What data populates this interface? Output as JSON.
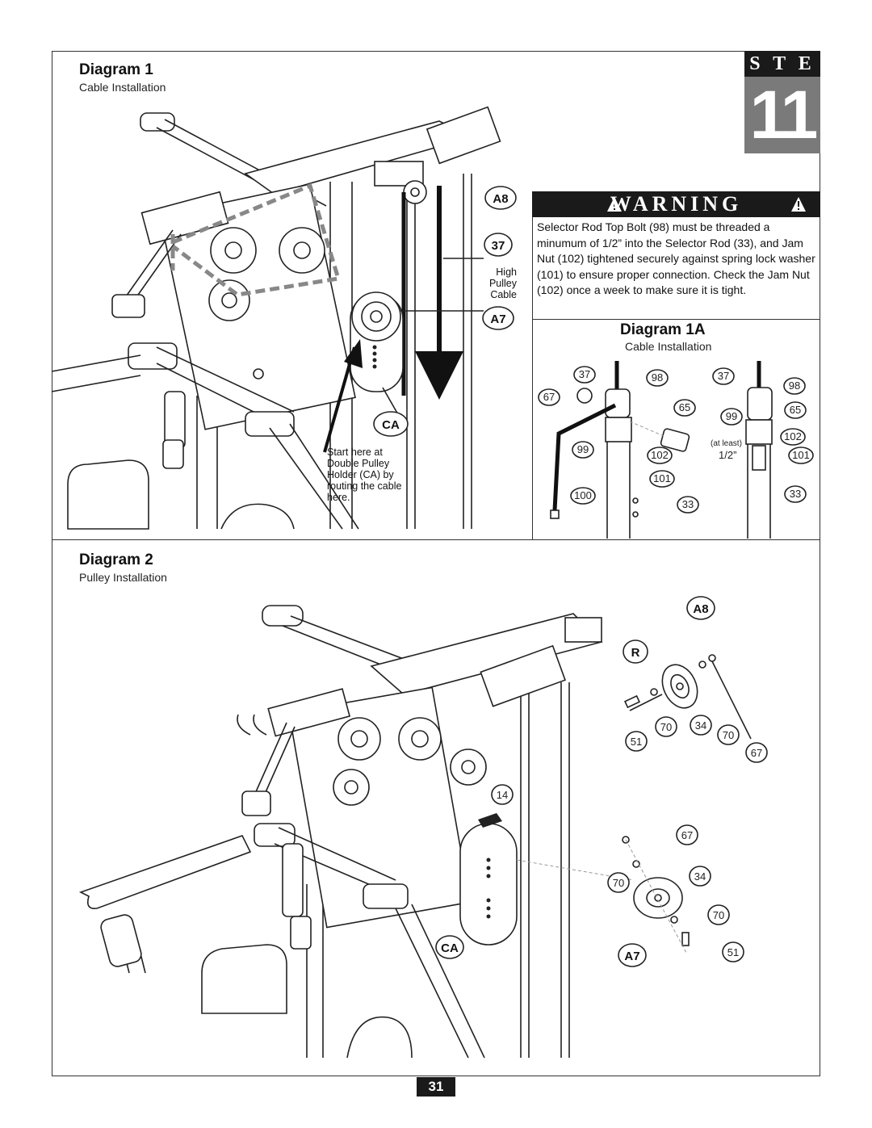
{
  "step": {
    "label": "S T E P",
    "number": "11"
  },
  "diagram1": {
    "title": "Diagram 1",
    "subtitle": "Cable Installation",
    "callouts": {
      "high_pulley_cable": "High Pulley Cable",
      "start_here": "Start here at Double Pulley Holder (CA) by routing the cable here."
    },
    "part_labels": [
      "A8",
      "37",
      "A7",
      "CA"
    ]
  },
  "warning": {
    "title": "WARNING",
    "text": "Selector Rod Top Bolt (98) must be threaded a minumum of 1/2” into the Selector Rod (33), and Jam Nut (102) tightened securely against spring lock washer (101) to ensure proper connection. Check the Jam Nut (102) once a week to make sure it is tight."
  },
  "diagram1a": {
    "title": "Diagram 1A",
    "subtitle": "Cable Installation",
    "part_labels": [
      "37",
      "98",
      "67",
      "65",
      "99",
      "102",
      "101",
      "100",
      "33",
      "37",
      "98",
      "99",
      "65",
      "102",
      "101",
      "33"
    ],
    "note": "(at least)",
    "measure": "1/2”"
  },
  "diagram2": {
    "title": "Diagram 2",
    "subtitle": "Pulley Installation",
    "part_labels": [
      "A8",
      "R",
      "51",
      "70",
      "34",
      "70",
      "67",
      "14",
      "67",
      "70",
      "34",
      "70",
      "51",
      "CA",
      "A7"
    ]
  },
  "page_number": "31",
  "colors": {
    "dark_bar": "#1a1a1a",
    "step_gray": "#7a7a7a"
  }
}
